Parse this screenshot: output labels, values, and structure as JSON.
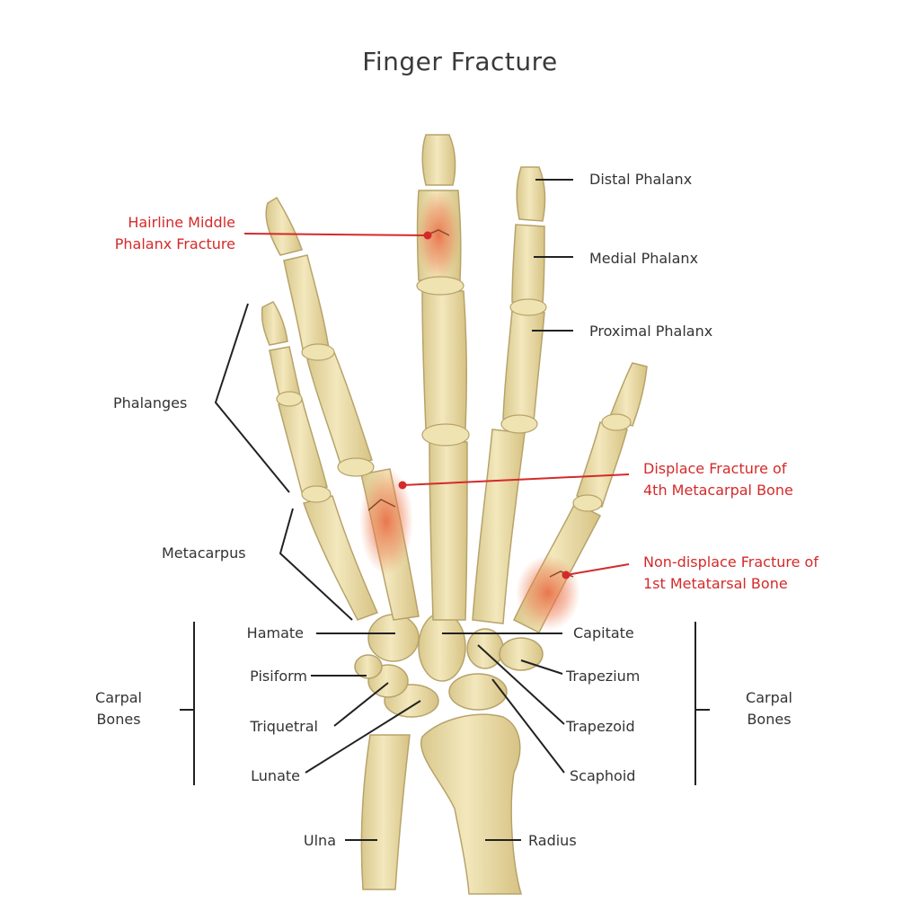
{
  "title": "Finger Fracture",
  "colors": {
    "bone_fill": "#ecdfa9",
    "bone_stroke": "#b7a36a",
    "fracture_tint": "#e8623b",
    "leader_dark": "#222222",
    "leader_red": "#d42a2a",
    "text": "#333333",
    "title": "#3a3a3a"
  },
  "labels": {
    "distal_phalanx": "Distal Phalanx",
    "medial_phalanx": "Medial Phalanx",
    "proximal_phalanx": "Proximal Phalanx",
    "phalanges": "Phalanges",
    "metacarpus": "Metacarpus",
    "hamate": "Hamate",
    "capitate": "Capitate",
    "pisiform": "Pisiform",
    "trapezium": "Trapezium",
    "triquetral": "Triquetral",
    "trapezoid": "Trapezoid",
    "lunate": "Lunate",
    "scaphoid": "Scaphoid",
    "ulna": "Ulna",
    "radius": "Radius",
    "carpal_bones_left": [
      "Carpal",
      "Bones"
    ],
    "carpal_bones_right": [
      "Carpal",
      "Bones"
    ]
  },
  "fractures": {
    "hairline": [
      "Hairline Middle",
      "Phalanx Fracture"
    ],
    "displace": [
      "Displace Fracture of",
      "4th Metacarpal Bone"
    ],
    "non_displace": [
      "Non-displace Fracture of",
      "1st Metatarsal Bone"
    ]
  }
}
